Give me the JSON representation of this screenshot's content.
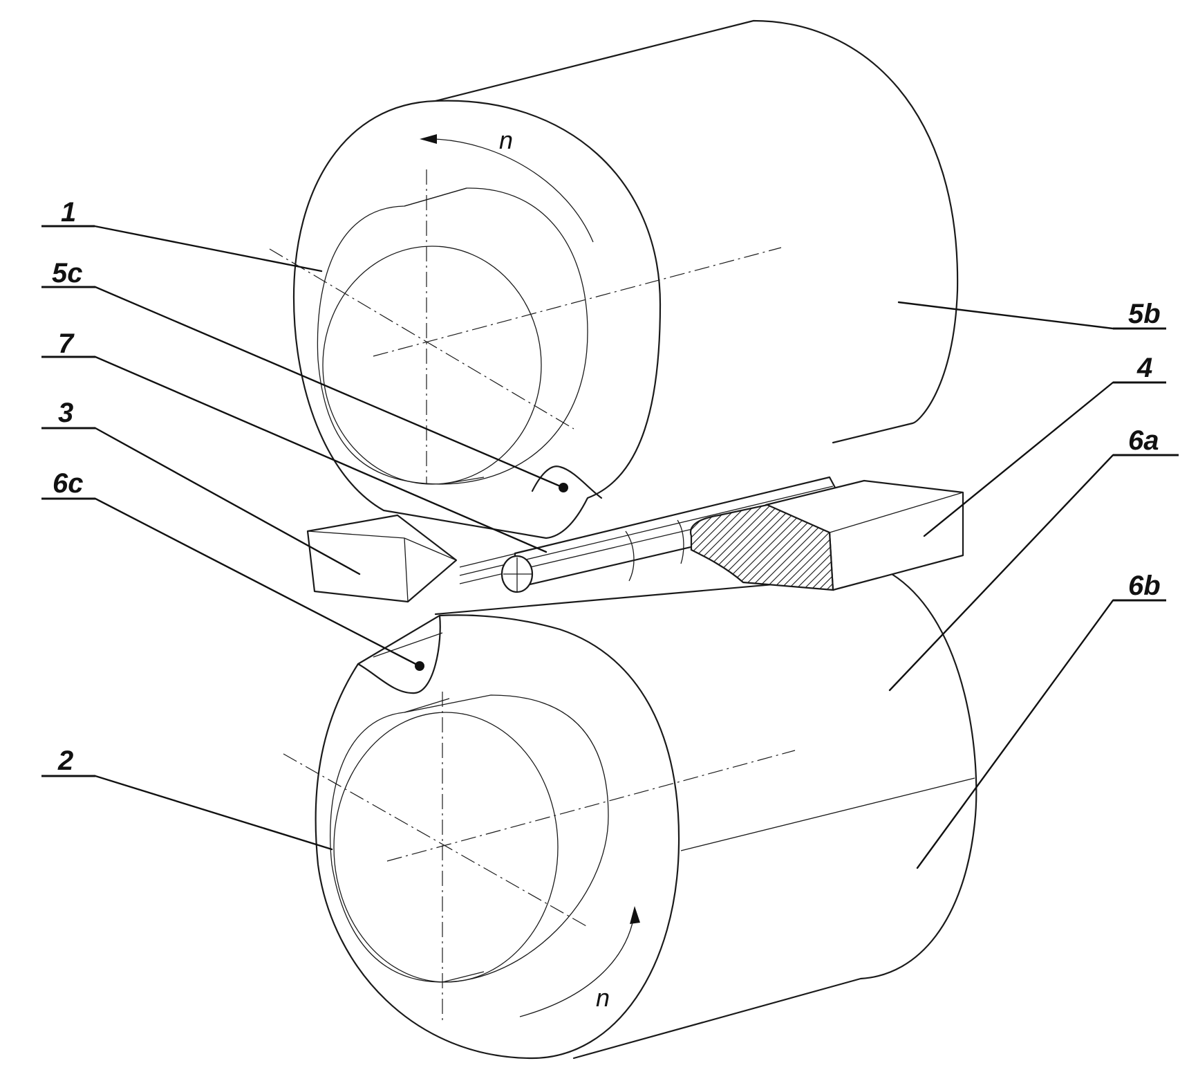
{
  "labels": {
    "l1": "1",
    "l5c": "5c",
    "l7": "7",
    "l3": "3",
    "l6c": "6c",
    "l2": "2",
    "l5b": "5b",
    "l4": "4",
    "l6a": "6a",
    "l6b": "6b"
  },
  "rotation": {
    "upper": "n",
    "lower": "n"
  }
}
